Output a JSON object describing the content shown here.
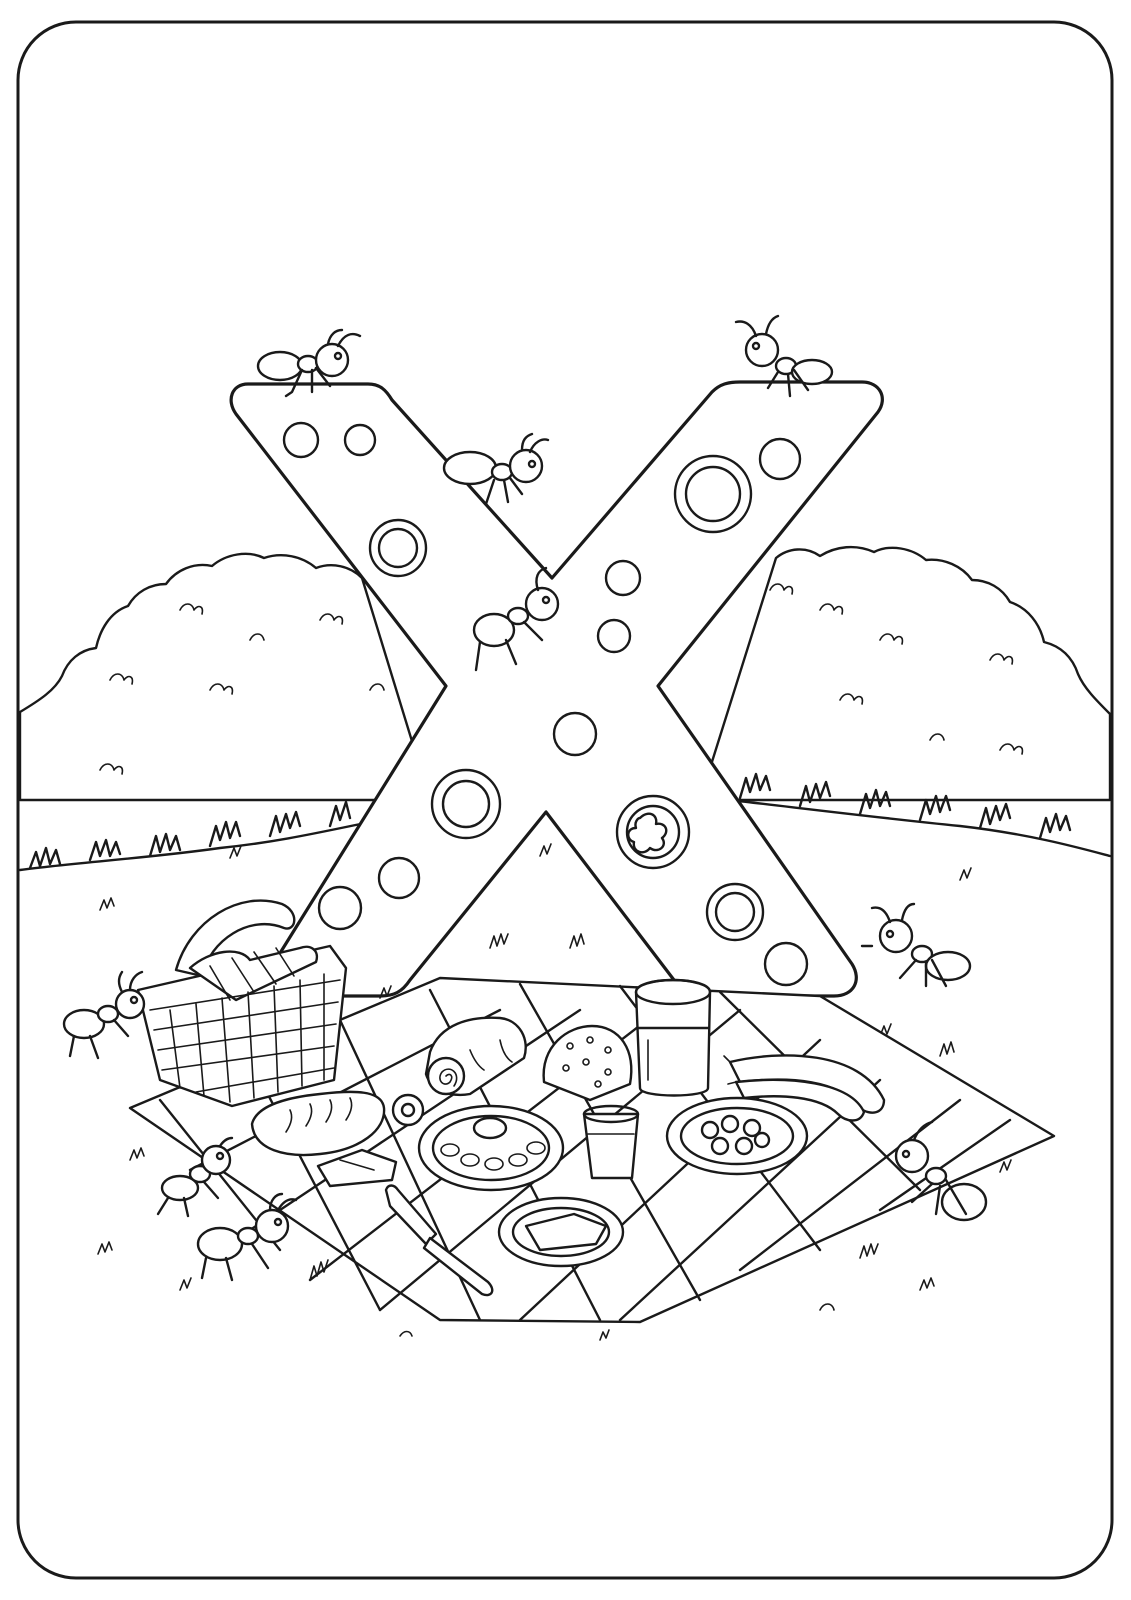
{
  "page": {
    "kind": "coloring-page",
    "line_color": "#1a1a1a",
    "background": "#ffffff"
  },
  "illustration": {
    "letter": "X",
    "scene": [
      "bushes",
      "grass",
      "picnic-blanket",
      "picnic-basket",
      "food",
      "ants"
    ]
  }
}
